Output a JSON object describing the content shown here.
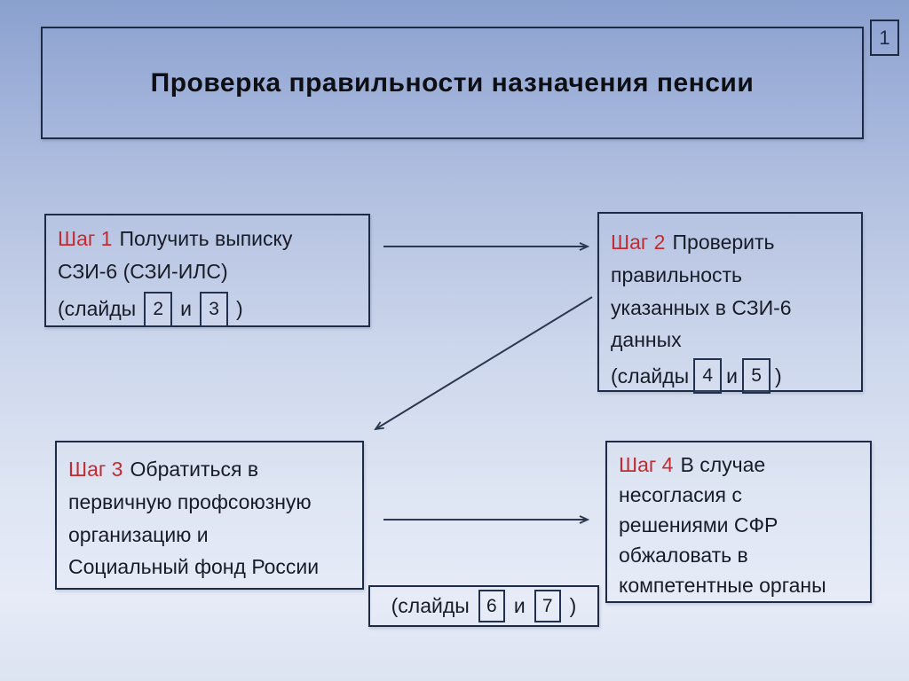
{
  "slide_number": "1",
  "title": "Проверка правильности назначения пенсии",
  "steps": [
    {
      "label": "Шаг 1",
      "text": "Получить выписку\nСЗИ-6 (СЗИ-ИЛС)",
      "slides": {
        "prefix": "(слайды",
        "conj": "и",
        "suffix": ")",
        "nums": [
          "2",
          "3"
        ]
      }
    },
    {
      "label": "Шаг 2",
      "text": "Проверить\nправильность\nуказанных в СЗИ-6\nданных",
      "slides": {
        "prefix": "(слайды",
        "conj": "и",
        "suffix": ")",
        "nums": [
          "4",
          "5"
        ]
      }
    },
    {
      "label": "Шаг 3",
      "text": "Обратиться в\nпервичную профсоюзную\nорганизацию и\nСоциальный фонд России"
    },
    {
      "label": "Шаг 4",
      "text": "В случае\nнесогласия с\nрешениями СФР\nобжаловать в\nкомпетентные органы"
    }
  ],
  "footnote": {
    "prefix": "(слайды",
    "conj": "и",
    "suffix": ")",
    "nums": [
      "6",
      "7"
    ]
  },
  "colors": {
    "step_label_red": "#c32b30",
    "border_navy": "#1e2b47",
    "arrow": "#2a3850",
    "text": "#171c28",
    "background_top": "#8aa0ce",
    "background_bottom": "#dce3f1"
  }
}
